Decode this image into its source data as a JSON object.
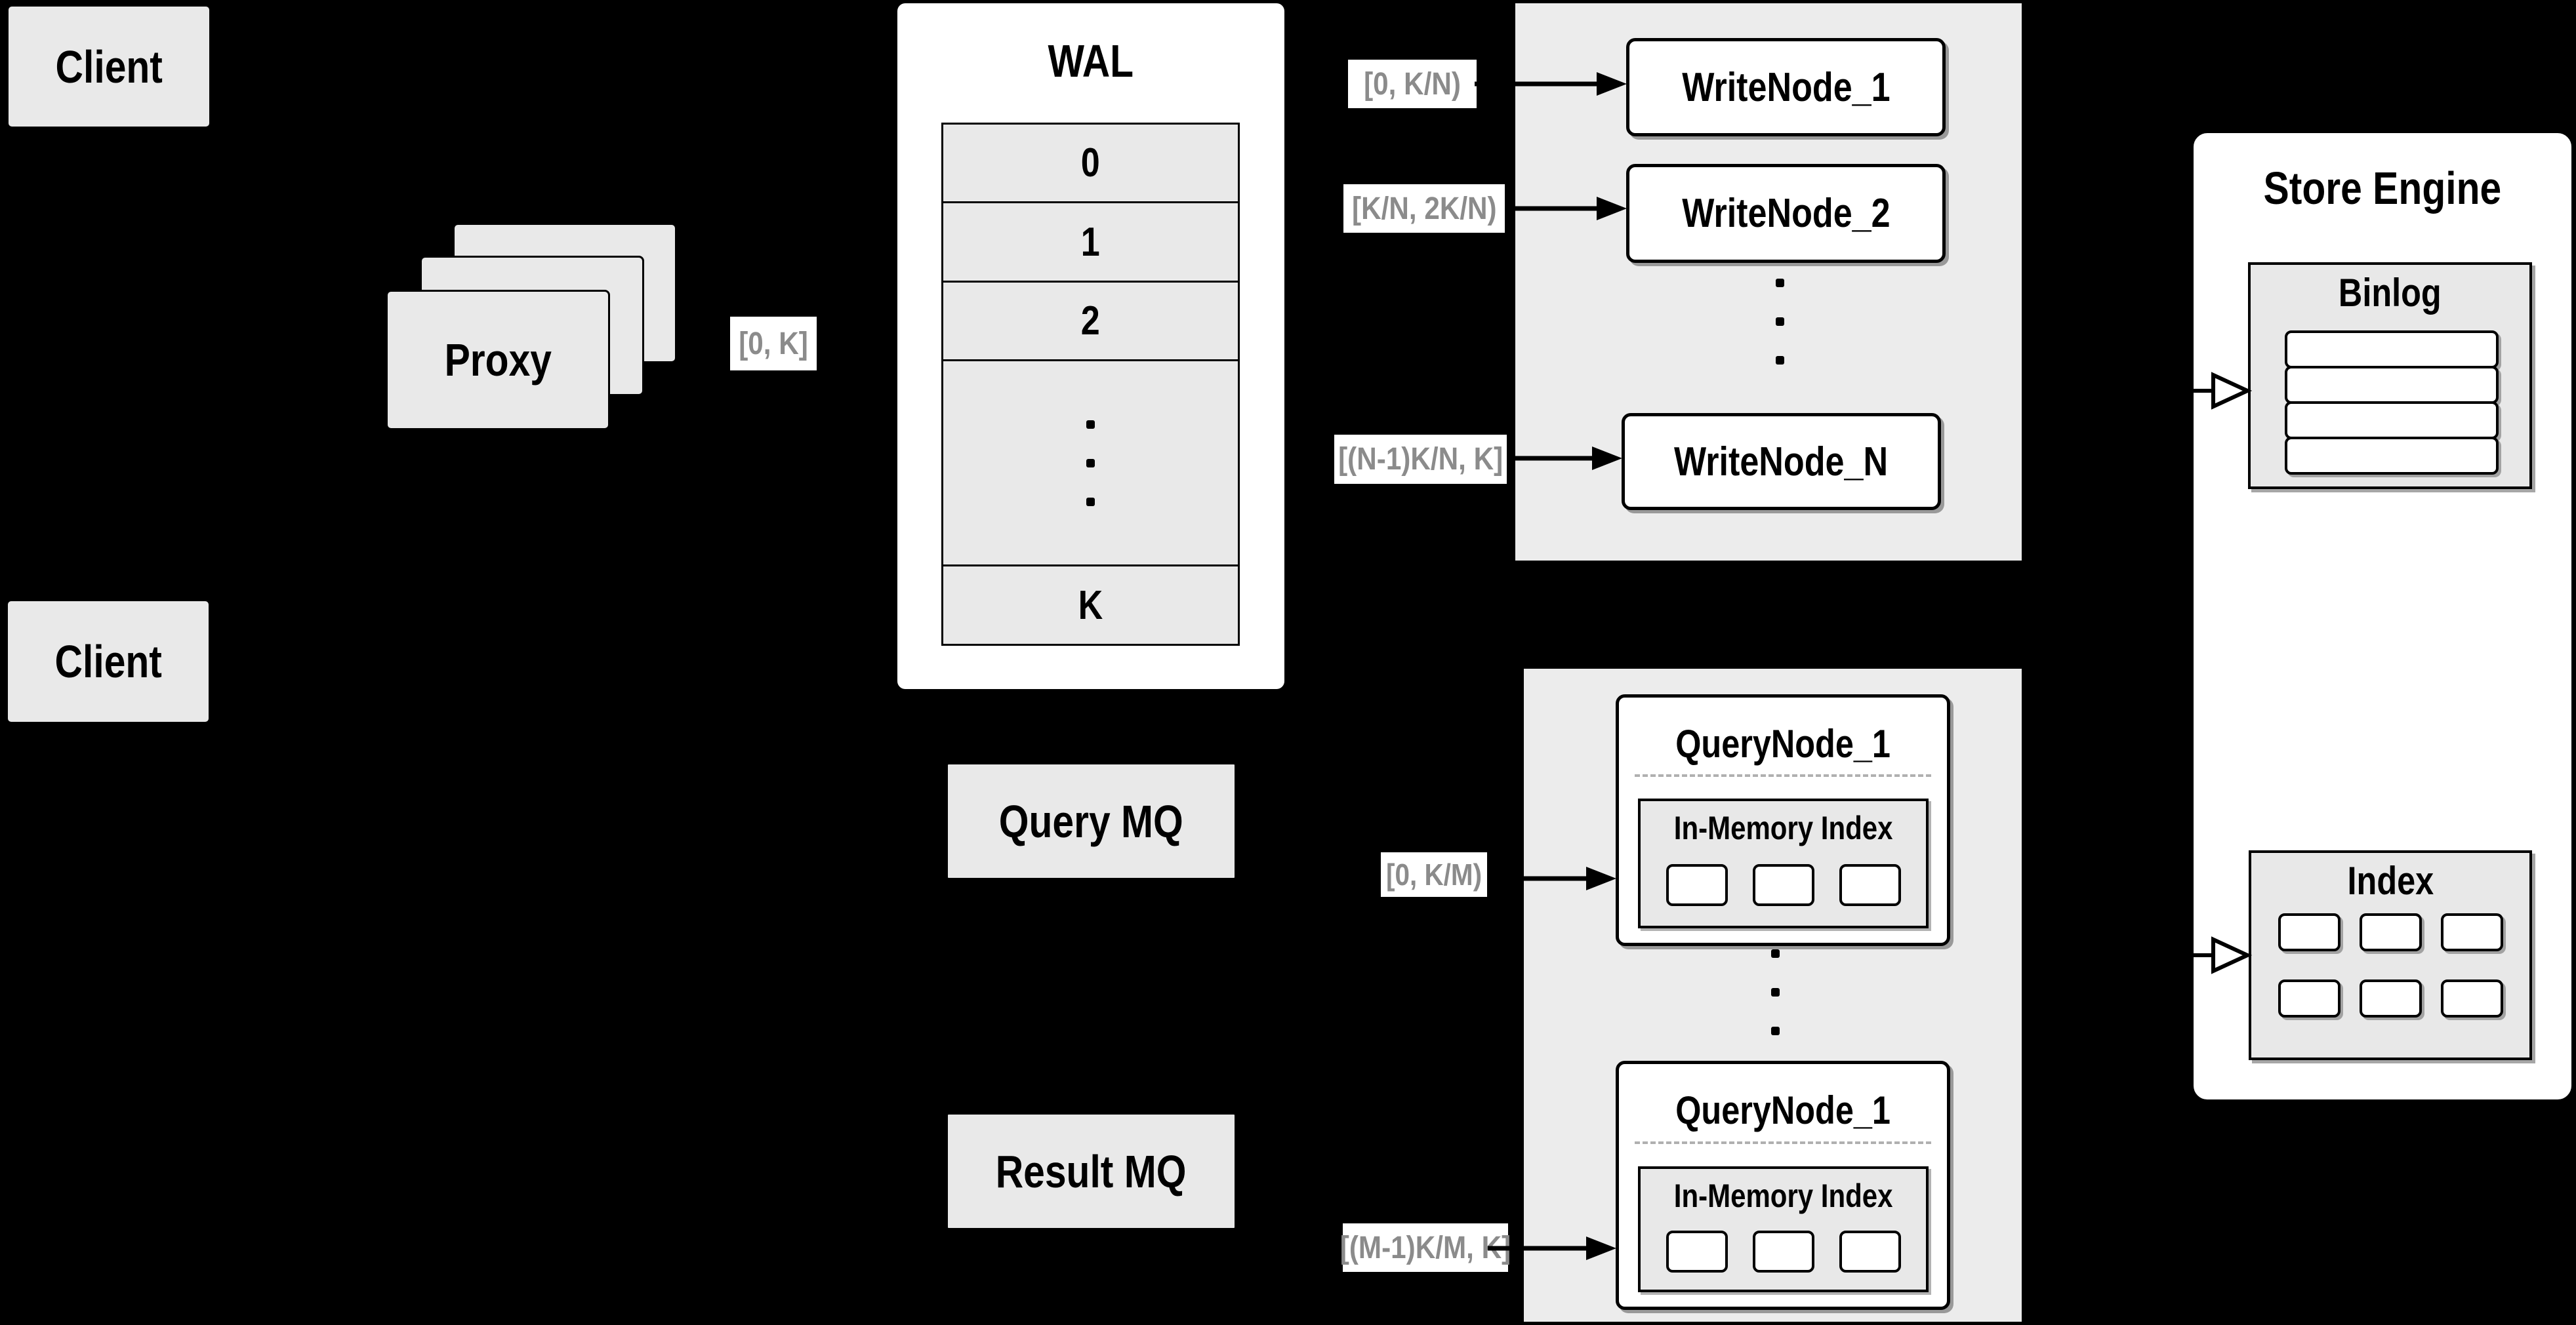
{
  "colors": {
    "background": "#000000",
    "panel": "#ececec",
    "box_gray": "#e9e9e9",
    "box_white": "#ffffff",
    "border": "#000000",
    "range_label_text": "#8b8b8b",
    "dashed_divider": "#b0b0b0"
  },
  "clients": {
    "top": "Client",
    "bottom": "Client"
  },
  "proxy": {
    "label": "Proxy"
  },
  "edge_labels": {
    "proxy_to_wal": "[0, K]",
    "write_ranges": [
      "[0, K/N)",
      "[K/N, 2K/N)",
      "[(N-1)K/N, K]"
    ],
    "query_ranges": [
      "[0, K/M)",
      "[(M-1)K/M, K]"
    ]
  },
  "wal": {
    "title": "WAL",
    "rows": [
      "0",
      "1",
      "2",
      "K"
    ]
  },
  "write_nodes": {
    "items": [
      "WriteNode_1",
      "WriteNode_2",
      "WriteNode_N"
    ]
  },
  "mq": {
    "query": "Query MQ",
    "result": "Result MQ"
  },
  "query_nodes": {
    "items": [
      {
        "title": "QueryNode_1",
        "index_title": "In-Memory Index"
      },
      {
        "title": "QueryNode_1",
        "index_title": "In-Memory Index"
      }
    ]
  },
  "store_engine": {
    "title": "Store Engine",
    "binlog_title": "Binlog",
    "index_title": "Index"
  }
}
